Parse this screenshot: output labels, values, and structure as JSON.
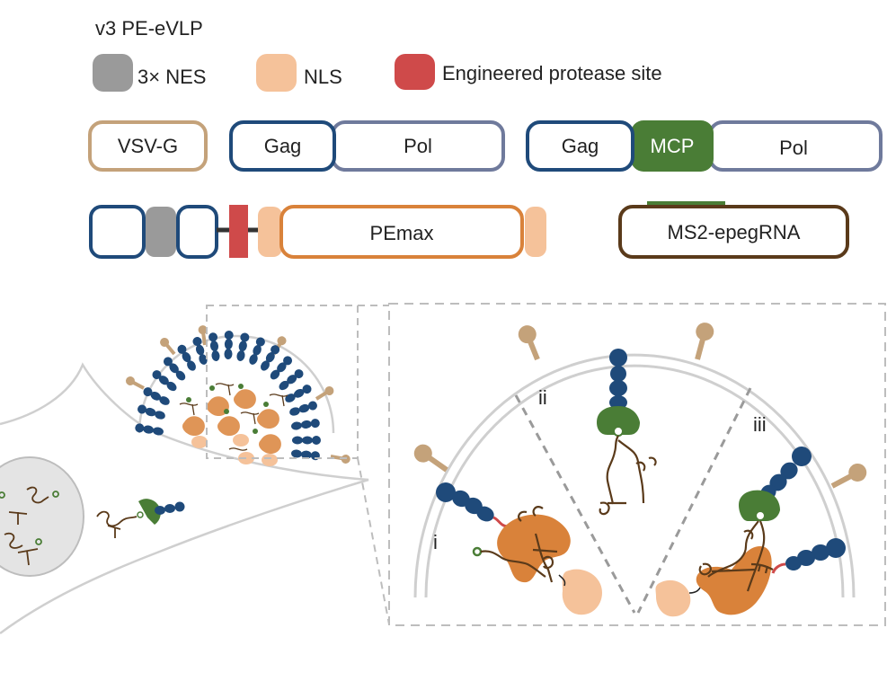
{
  "title": "v3 PE-eVLP",
  "legend": {
    "nes": "3× NES",
    "nls": "NLS",
    "protease": "Engineered protease site"
  },
  "constructs": {
    "vsvg": "VSV-G",
    "gag_a": "Gag",
    "pol_a": "Pol",
    "gag_b": "Gag",
    "mcp": "MCP",
    "pol_b": "Pol",
    "pemax": "PEmax",
    "ms2": "MS2-epegRNA"
  },
  "panels": {
    "i": "i",
    "ii": "ii",
    "iii": "iii"
  },
  "colors": {
    "gag_blue": "#1f4a7a",
    "pol_gray": "#6f7a9c",
    "vsvg_tan": "#c4a27a",
    "pemax_orange": "#d9823a",
    "nls_peach": "#f5c29a",
    "nes_gray": "#9a9a9a",
    "protease_red": "#cf4a4a",
    "mcp_green": "#4a7d36",
    "rna_brown": "#5a3a1a",
    "envelope_gray": "#cfcfcf"
  }
}
